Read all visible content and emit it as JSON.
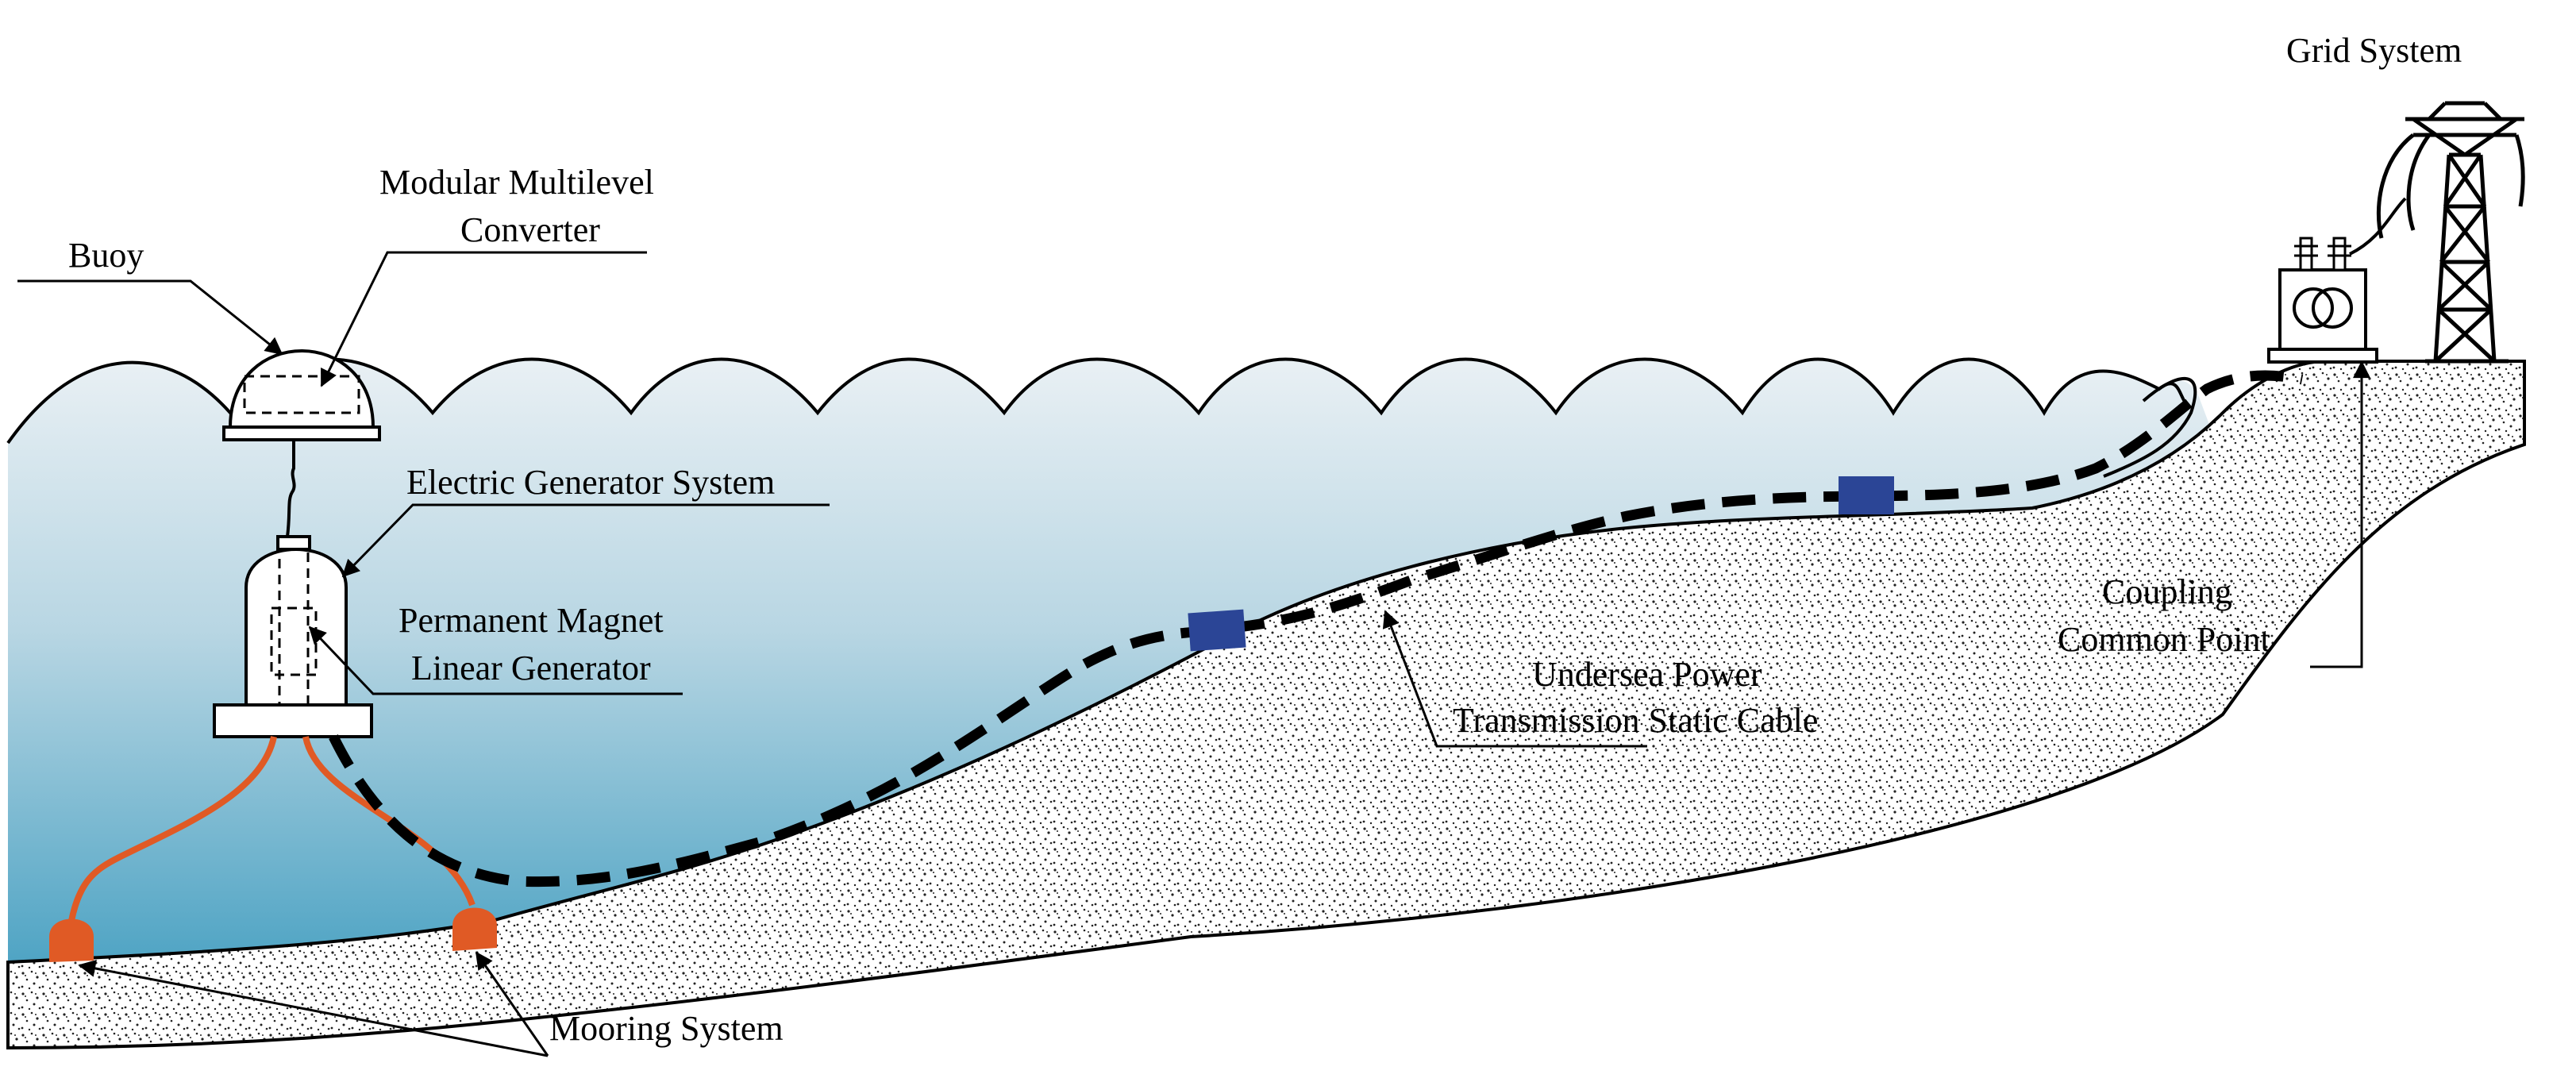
{
  "labels": {
    "buoy": "Buoy",
    "converter_line1": "Modular Multilevel",
    "converter_line2": "Converter",
    "egs": "Electric Generator System",
    "pmlg_line1": "Permanent Magnet",
    "pmlg_line2": "Linear Generator",
    "mooring": "Mooring System",
    "cable_line1": "Undersea Power",
    "cable_line2": "Transmission Static Cable",
    "grid": "Grid System",
    "pcc_line1": "Coupling",
    "pcc_line2": "Common Point"
  },
  "colors": {
    "sea_top": "#e9f0f4",
    "sea_bottom": "#4fa4c4",
    "mooring": "#e05a25",
    "repeater": "#2b4596",
    "cable": "#000000"
  }
}
